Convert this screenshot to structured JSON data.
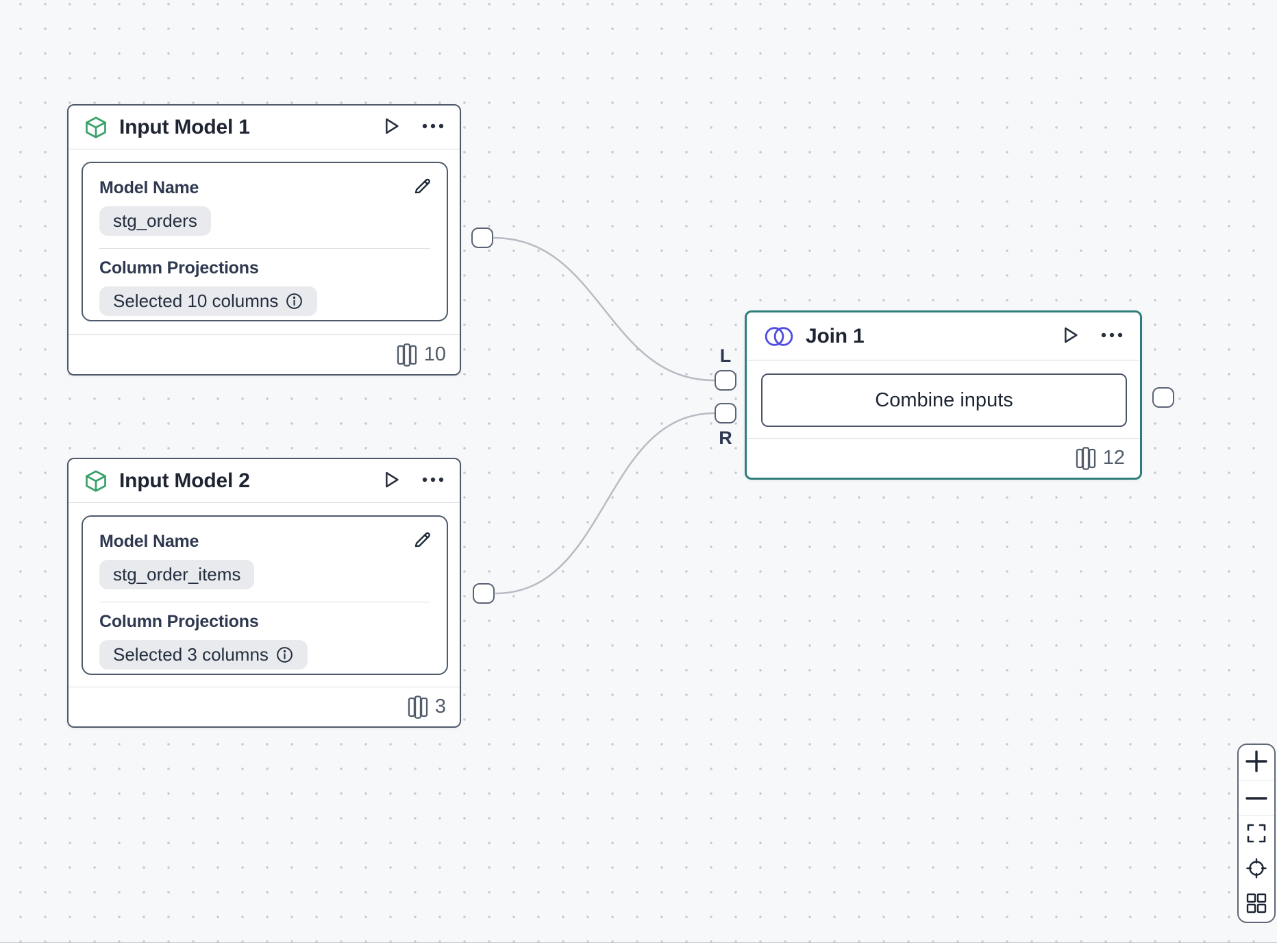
{
  "canvas": {
    "kind": "pipeline-editor-dot-grid"
  },
  "nodes": {
    "input1": {
      "title": "Input Model 1",
      "model_name_label": "Model Name",
      "model_name_value": "stg_orders",
      "projections_label": "Column Projections",
      "projections_value": "Selected 10 columns",
      "column_count": "10"
    },
    "input2": {
      "title": "Input Model 2",
      "model_name_label": "Model Name",
      "model_name_value": "stg_order_items",
      "projections_label": "Column Projections",
      "projections_value": "Selected 3 columns",
      "column_count": "3"
    },
    "join1": {
      "title": "Join 1",
      "button_label": "Combine inputs",
      "column_count": "12",
      "left_port_label": "L",
      "right_port_label": "R"
    }
  },
  "icons": {
    "input_node": "cube-icon",
    "join_node": "venn-circles-icon",
    "run": "play-icon",
    "more": "ellipsis-icon",
    "edit": "pencil-icon",
    "info": "info-icon",
    "columns": "columns-icon",
    "zoom_controls": [
      "plus-icon",
      "minus-icon",
      "fit-view-icon",
      "locate-icon",
      "grid-icon"
    ]
  },
  "colors": {
    "canvas_bg": "#f7f8fa",
    "grid_dot": "#c5c9d1",
    "node_border": "#4e5a6b",
    "selected_node_border": "#2d7f7c",
    "input_icon_green": "#38a169",
    "join_icon_indigo": "#514de0",
    "edge_gray": "#b7bbc3",
    "pill_bg": "#e8eaee",
    "muted_text": "#525c6b",
    "title_text": "#1f2433"
  }
}
